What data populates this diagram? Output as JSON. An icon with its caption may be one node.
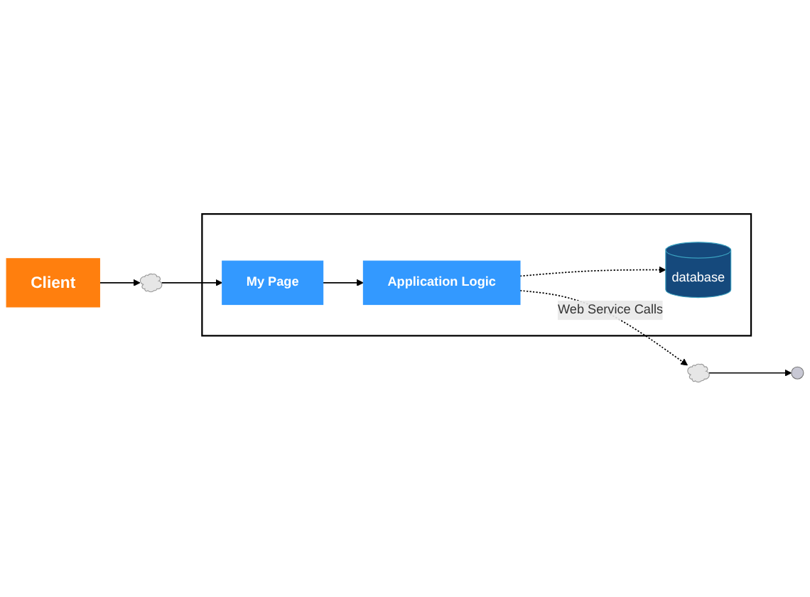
{
  "diagram": {
    "nodes": [
      {
        "text": [
          "Client"
        ]
      },
      {
        "text": [],
        "shape": "cloud"
      },
      {
        "text": [],
        "shape": "box"
      },
      {
        "text": [
          "My Page"
        ],
        "in": 2
      },
      {
        "text": [
          "Application Logic"
        ],
        "in": 2
      },
      {
        "text": [
          "database"
        ],
        "in": 2
      },
      {
        "text": [],
        "shape": "cloud"
      },
      {
        "text": [],
        "shape": "circle"
      }
    ],
    "edges": [
      {
        "from": 0,
        "to": 1,
        "arrow": "to"
      },
      {
        "from": 1,
        "to": 3,
        "arrow": "to"
      },
      {
        "from": 3,
        "to": 4,
        "arrow": "to"
      },
      {
        "from": 4,
        "to": 6,
        "arrow": "to",
        "label": "Web Service Calls",
        "style": "dashed"
      },
      {
        "from": 6,
        "to": 7,
        "arrow": "to"
      },
      {
        "from": 4,
        "to": 5,
        "arrow": "to",
        "style": "dashed"
      }
    ]
  }
}
